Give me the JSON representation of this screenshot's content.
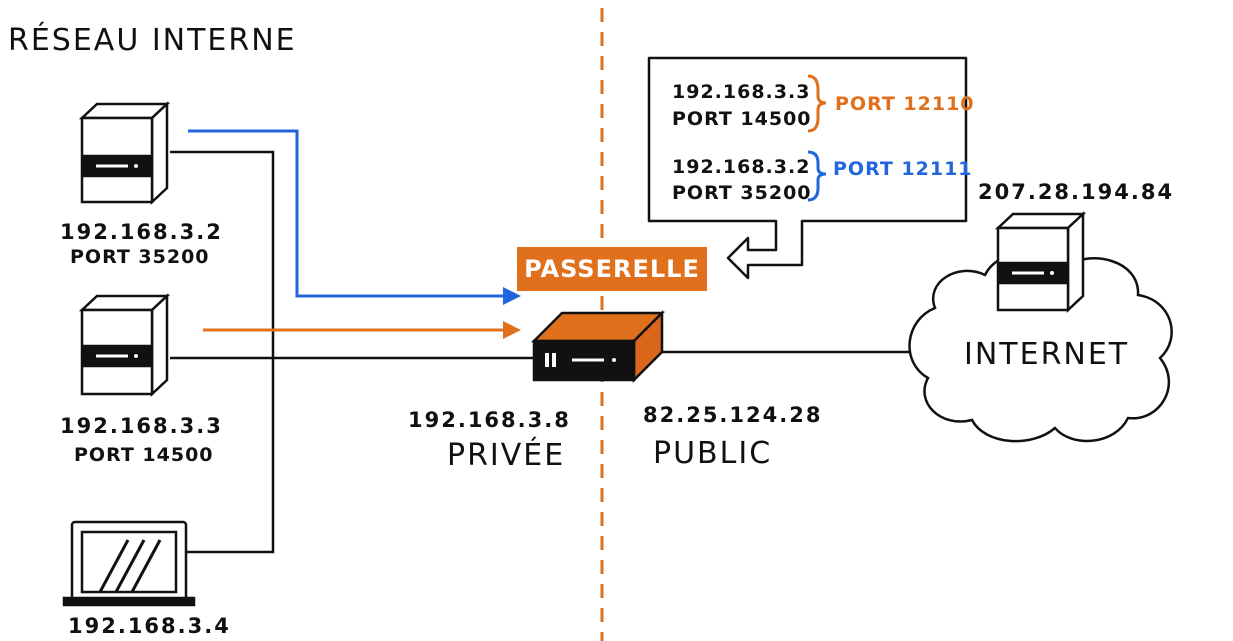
{
  "title": "RÉSEAU INTERNE",
  "devices": [
    {
      "ip": "192.168.3.2",
      "port": "PORT 35200"
    },
    {
      "ip": "192.168.3.3",
      "port": "PORT 14500"
    },
    {
      "ip": "192.168.3.4"
    }
  ],
  "gateway": {
    "label": "PASSERELLE",
    "private_ip": "192.168.3.8",
    "private_label": "PRIVÉE",
    "public_ip": "82.25.124.28",
    "public_label": "PUBLIC"
  },
  "nat_table": [
    {
      "ip": "192.168.3.3",
      "port": "PORT 14500",
      "mapped": "PORT 12110",
      "color": "#e0701c"
    },
    {
      "ip": "192.168.3.2",
      "port": "PORT 35200",
      "mapped": "PORT 12111",
      "color": "#2266dd"
    }
  ],
  "internet": {
    "label": "INTERNET",
    "server_ip": "207.28.194.84"
  },
  "colors": {
    "accent": "#e0701c",
    "blue": "#2266dd",
    "ink": "#111111"
  }
}
